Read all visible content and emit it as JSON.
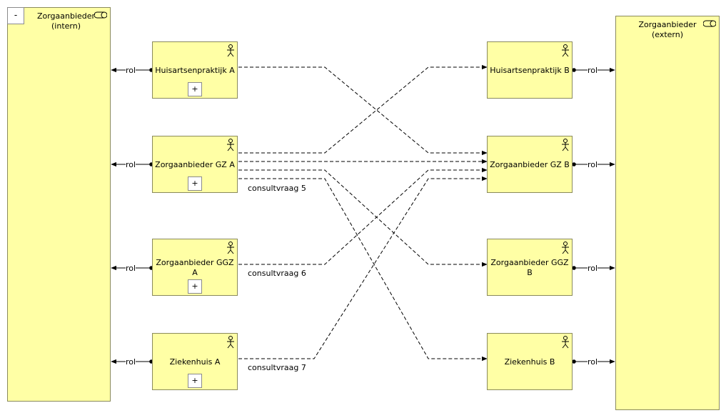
{
  "groups": {
    "internal": {
      "title_line1": "Zorgaanbieder",
      "title_line2": "(intern)",
      "collapse_label": "-"
    },
    "external": {
      "title_line1": "Zorgaanbieder",
      "title_line2": "(extern)"
    }
  },
  "left_nodes": [
    {
      "label_line1": "Huisartsenpraktijk A",
      "label_line2": "",
      "expand_label": "+"
    },
    {
      "label_line1": "Zorgaanbieder GZ A",
      "label_line2": "",
      "expand_label": "+"
    },
    {
      "label_line1": "Zorgaanbieder GGZ",
      "label_line2": "A",
      "expand_label": "+"
    },
    {
      "label_line1": "Ziekenhuis A",
      "label_line2": "",
      "expand_label": "+"
    }
  ],
  "right_nodes": [
    {
      "label_line1": "Huisartsenpraktijk B",
      "label_line2": ""
    },
    {
      "label_line1": "Zorgaanbieder GZ B",
      "label_line2": ""
    },
    {
      "label_line1": "Zorgaanbieder GGZ",
      "label_line2": "B"
    },
    {
      "label_line1": "Ziekenhuis B",
      "label_line2": ""
    }
  ],
  "role_label": "rol",
  "flow_labels": [
    "consultvraag 5",
    "consultvraag 6",
    "consultvraag 7"
  ],
  "colors": {
    "node_fill": "#ffffa5",
    "node_border": "#8a8a5c",
    "line": "#000000"
  },
  "icons": {
    "actor": "actor-icon",
    "role": "role-icon"
  }
}
